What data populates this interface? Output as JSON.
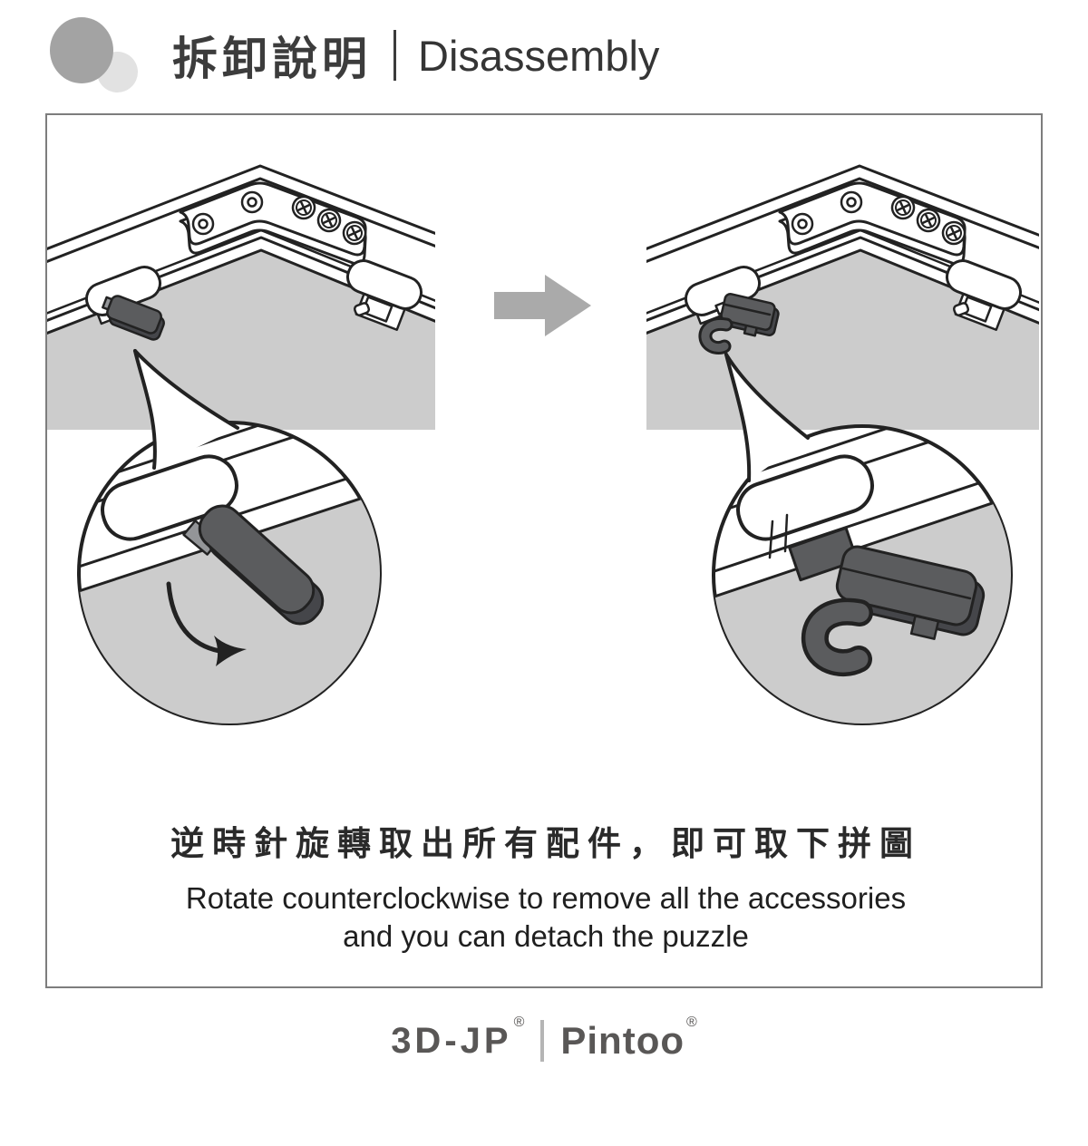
{
  "header": {
    "title_zh": "拆卸說明",
    "title_en": "Disassembly"
  },
  "instructions": {
    "zh": "逆時針旋轉取出所有配件，即可取下拼圖",
    "en_line1": "Rotate counterclockwise to remove all the accessories",
    "en_line2": "and you can detach the puzzle"
  },
  "footer": {
    "brand_left": "3D-JP",
    "brand_right": "Pintoo",
    "reg_mark": "®"
  },
  "colors": {
    "line": "#222222",
    "puzzle_gray": "#cccccc",
    "clip_dark": "#5b5c5e",
    "clip_shadow": "#45464a",
    "connector_gray": "#939598",
    "arrow_gray": "#aaaaaa",
    "border_gray": "#7d7d7d",
    "title_gray": "#3c3c3c",
    "text_dark": "#2a2a2a",
    "brand_gray": "#595756",
    "logo_circle_dark": "#a3a3a3",
    "logo_circle_light": "#e2e2e2",
    "divider_light": "#b5b5b5"
  }
}
